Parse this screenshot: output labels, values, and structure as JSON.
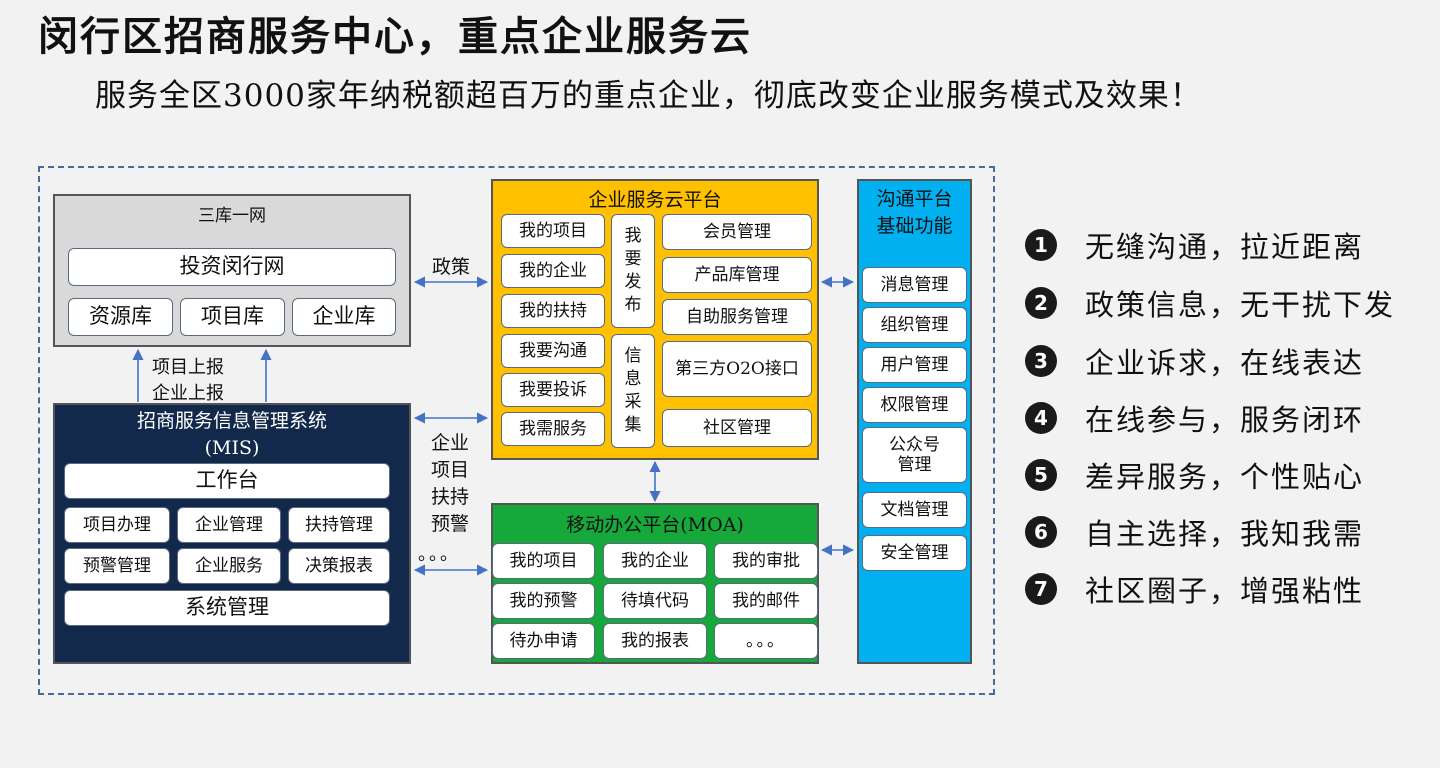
{
  "title": "闵行区招商服务中心，重点企业服务云",
  "subtitle": "服务全区3000家年纳税额超百万的重点企业，彻底改变企业服务模式及效果！",
  "colors": {
    "gold": "#ffc000",
    "green": "#17a83c",
    "blue": "#00b0f0",
    "navy": "#13294b",
    "gray": "#d9d9d9"
  },
  "sanku": {
    "title": "三库一网",
    "wide": "投资闵行网",
    "items": [
      "资源库",
      "项目库",
      "企业库"
    ]
  },
  "edge_labels": {
    "policy": "政策",
    "report1": "项目上报",
    "report2": "企业上报",
    "mid_vertical": [
      "企业",
      "项目",
      "扶持",
      "预警"
    ],
    "dots": "。。。"
  },
  "mis": {
    "title_line1": "招商服务信息管理系统",
    "title_line2": "(MIS)",
    "workbench": "工作台",
    "grid": [
      "项目办理",
      "企业管理",
      "扶持管理",
      "预警管理",
      "企业服务",
      "决策报表"
    ],
    "bottom": "系统管理"
  },
  "cloud": {
    "title": "企业服务云平台",
    "left": [
      "我的项目",
      "我的企业",
      "我的扶持",
      "我要沟通",
      "我要投诉",
      "我需服务"
    ],
    "publish": [
      "我",
      "要",
      "发",
      "布"
    ],
    "collect": [
      "信",
      "息",
      "采",
      "集"
    ],
    "right": [
      "会员管理",
      "产品库管理",
      "自助服务管理",
      "第三方O2O接口",
      "社区管理"
    ]
  },
  "moa": {
    "title": "移动办公平台(MOA)",
    "items": [
      "我的项目",
      "我的企业",
      "我的审批",
      "我的预警",
      "待填代码",
      "我的邮件",
      "待办申请",
      "我的报表",
      "。。。"
    ]
  },
  "comm": {
    "title_line1": "沟通平台",
    "title_line2": "基础功能",
    "items": [
      "消息管理",
      "组织管理",
      "用户管理",
      "权限管理",
      "公众号管理",
      "文档管理",
      "安全管理"
    ]
  },
  "features": [
    {
      "num": "1",
      "text": "无缝沟通，拉近距离"
    },
    {
      "num": "2",
      "text": "政策信息，无干扰下发"
    },
    {
      "num": "3",
      "text": "企业诉求，在线表达"
    },
    {
      "num": "4",
      "text": "在线参与，服务闭环"
    },
    {
      "num": "5",
      "text": "差异服务，个性贴心"
    },
    {
      "num": "6",
      "text": "自主选择，我知我需"
    },
    {
      "num": "7",
      "text": "社区圈子，增强粘性"
    }
  ]
}
